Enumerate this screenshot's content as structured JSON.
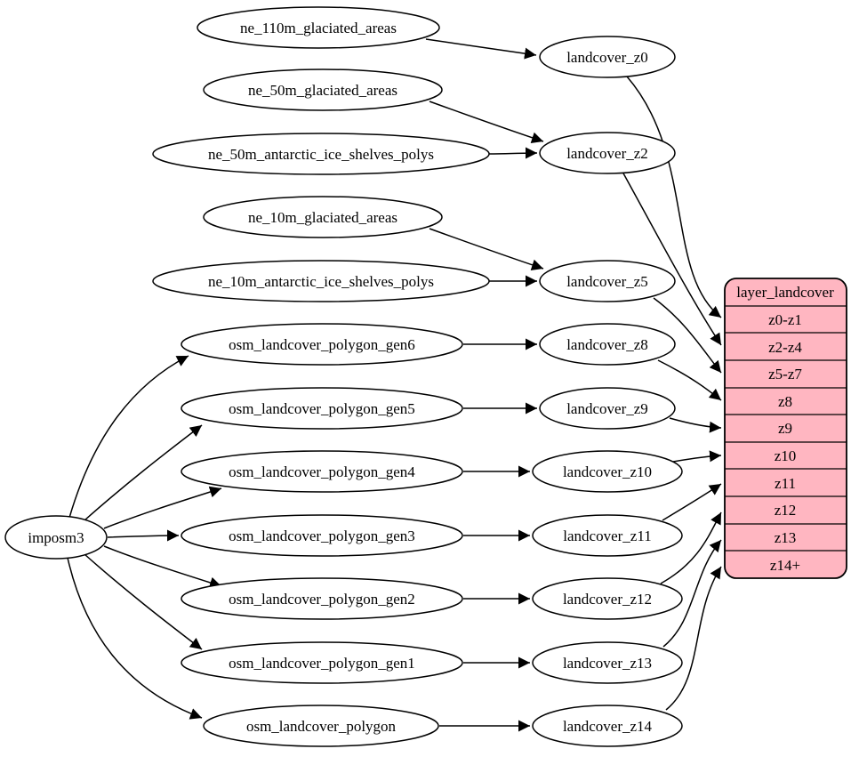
{
  "diagram": {
    "type": "dependency-graph",
    "background": "#ffffff",
    "node_fill": "#ffffff",
    "edge_color": "#000000",
    "nodes": [
      {
        "id": "imposm3",
        "label": "imposm3"
      },
      {
        "id": "ne_110m_glaciated_areas",
        "label": "ne_110m_glaciated_areas"
      },
      {
        "id": "ne_50m_glaciated_areas",
        "label": "ne_50m_glaciated_areas"
      },
      {
        "id": "ne_50m_antarctic_ice_shelves_polys",
        "label": "ne_50m_antarctic_ice_shelves_polys"
      },
      {
        "id": "ne_10m_glaciated_areas",
        "label": "ne_10m_glaciated_areas"
      },
      {
        "id": "ne_10m_antarctic_ice_shelves_polys",
        "label": "ne_10m_antarctic_ice_shelves_polys"
      },
      {
        "id": "osm_landcover_polygon_gen6",
        "label": "osm_landcover_polygon_gen6"
      },
      {
        "id": "osm_landcover_polygon_gen5",
        "label": "osm_landcover_polygon_gen5"
      },
      {
        "id": "osm_landcover_polygon_gen4",
        "label": "osm_landcover_polygon_gen4"
      },
      {
        "id": "osm_landcover_polygon_gen3",
        "label": "osm_landcover_polygon_gen3"
      },
      {
        "id": "osm_landcover_polygon_gen2",
        "label": "osm_landcover_polygon_gen2"
      },
      {
        "id": "osm_landcover_polygon_gen1",
        "label": "osm_landcover_polygon_gen1"
      },
      {
        "id": "osm_landcover_polygon",
        "label": "osm_landcover_polygon"
      },
      {
        "id": "landcover_z0",
        "label": "landcover_z0"
      },
      {
        "id": "landcover_z2",
        "label": "landcover_z2"
      },
      {
        "id": "landcover_z5",
        "label": "landcover_z5"
      },
      {
        "id": "landcover_z8",
        "label": "landcover_z8"
      },
      {
        "id": "landcover_z9",
        "label": "landcover_z9"
      },
      {
        "id": "landcover_z10",
        "label": "landcover_z10"
      },
      {
        "id": "landcover_z11",
        "label": "landcover_z11"
      },
      {
        "id": "landcover_z12",
        "label": "landcover_z12"
      },
      {
        "id": "landcover_z13",
        "label": "landcover_z13"
      },
      {
        "id": "landcover_z14",
        "label": "landcover_z14"
      }
    ],
    "table": {
      "title": "layer_landcover",
      "rows": [
        "z0-z1",
        "z2-z4",
        "z5-z7",
        "z8",
        "z9",
        "z10",
        "z11",
        "z12",
        "z13",
        "z14+"
      ],
      "fill": "#ffb6c1",
      "border": "#000000"
    },
    "edges": [
      {
        "from": "ne_110m_glaciated_areas",
        "to": "landcover_z0"
      },
      {
        "from": "ne_50m_glaciated_areas",
        "to": "landcover_z2"
      },
      {
        "from": "ne_50m_antarctic_ice_shelves_polys",
        "to": "landcover_z2"
      },
      {
        "from": "ne_10m_glaciated_areas",
        "to": "landcover_z5"
      },
      {
        "from": "ne_10m_antarctic_ice_shelves_polys",
        "to": "landcover_z5"
      },
      {
        "from": "imposm3",
        "to": "osm_landcover_polygon_gen6"
      },
      {
        "from": "imposm3",
        "to": "osm_landcover_polygon_gen5"
      },
      {
        "from": "imposm3",
        "to": "osm_landcover_polygon_gen4"
      },
      {
        "from": "imposm3",
        "to": "osm_landcover_polygon_gen3"
      },
      {
        "from": "imposm3",
        "to": "osm_landcover_polygon_gen2"
      },
      {
        "from": "imposm3",
        "to": "osm_landcover_polygon_gen1"
      },
      {
        "from": "imposm3",
        "to": "osm_landcover_polygon"
      },
      {
        "from": "osm_landcover_polygon_gen6",
        "to": "landcover_z8"
      },
      {
        "from": "osm_landcover_polygon_gen5",
        "to": "landcover_z9"
      },
      {
        "from": "osm_landcover_polygon_gen4",
        "to": "landcover_z10"
      },
      {
        "from": "osm_landcover_polygon_gen3",
        "to": "landcover_z11"
      },
      {
        "from": "osm_landcover_polygon_gen2",
        "to": "landcover_z12"
      },
      {
        "from": "osm_landcover_polygon_gen1",
        "to": "landcover_z13"
      },
      {
        "from": "osm_landcover_polygon",
        "to": "landcover_z14"
      },
      {
        "from": "landcover_z0",
        "to": "layer_landcover.z0-z1"
      },
      {
        "from": "landcover_z2",
        "to": "layer_landcover.z2-z4"
      },
      {
        "from": "landcover_z5",
        "to": "layer_landcover.z5-z7"
      },
      {
        "from": "landcover_z8",
        "to": "layer_landcover.z8"
      },
      {
        "from": "landcover_z9",
        "to": "layer_landcover.z9"
      },
      {
        "from": "landcover_z10",
        "to": "layer_landcover.z10"
      },
      {
        "from": "landcover_z11",
        "to": "layer_landcover.z11"
      },
      {
        "from": "landcover_z12",
        "to": "layer_landcover.z12"
      },
      {
        "from": "landcover_z13",
        "to": "layer_landcover.z13"
      },
      {
        "from": "landcover_z14",
        "to": "layer_landcover.z14+"
      }
    ]
  }
}
